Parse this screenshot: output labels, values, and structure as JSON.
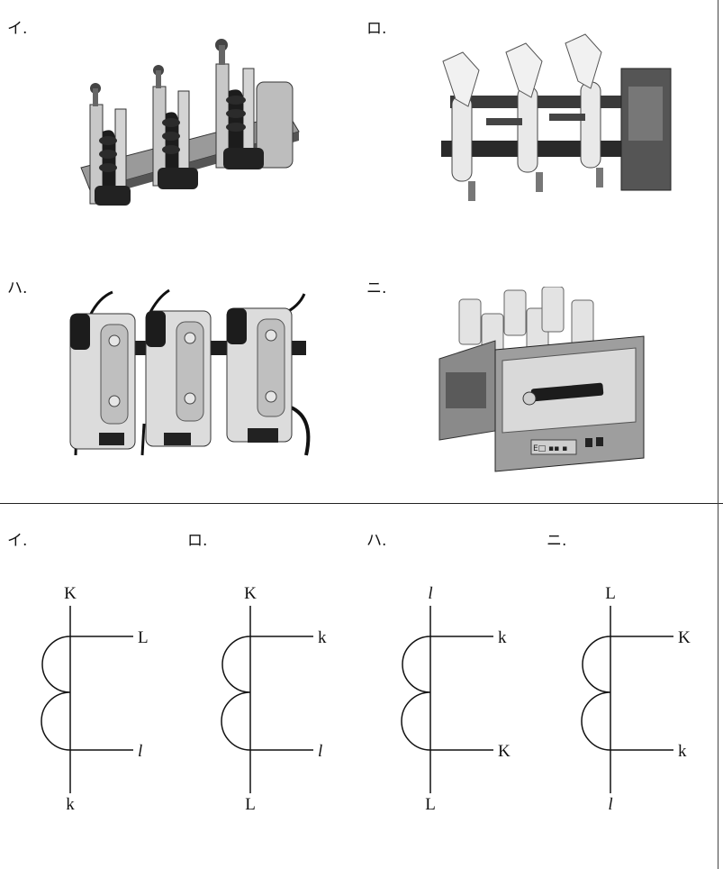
{
  "photo_options": [
    {
      "label": "イ."
    },
    {
      "label": "ロ."
    },
    {
      "label": "ハ."
    },
    {
      "label": "ニ."
    }
  ],
  "nameplate_text": "E□ ▪▪ ▪",
  "diagram_options": [
    {
      "label": "イ.",
      "top": "K",
      "upper_branch": "L",
      "lower_branch": "l",
      "bottom": "k"
    },
    {
      "label": "ロ.",
      "top": "K",
      "upper_branch": "k",
      "lower_branch": "l",
      "bottom": "L"
    },
    {
      "label": "ハ.",
      "top": "l",
      "upper_branch": "k",
      "lower_branch": "K",
      "bottom": "L"
    },
    {
      "label": "ニ.",
      "top": "L",
      "upper_branch": "K",
      "lower_branch": "k",
      "bottom": "l"
    }
  ],
  "colors": {
    "line": "#111111",
    "metal": "#b9b9b9",
    "dark": "#1c1c1c",
    "panel": "#d9d9d9"
  }
}
